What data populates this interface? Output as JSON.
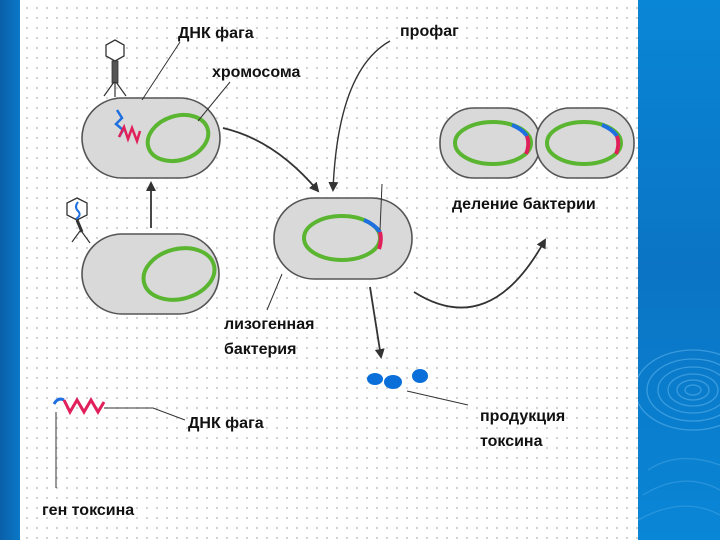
{
  "labels": {
    "phage_dna_top": "ДНК фага",
    "chromosome": "хромосома",
    "prophage": "профаг",
    "bacterial_division": "деление бактерии",
    "lysogenic_line1": "лизогенная",
    "lysogenic_line2": "бактерия",
    "toxin_line1": "продукция",
    "toxin_line2": "токсина",
    "phage_dna_legend": "ДНК фага",
    "toxin_gene": "ген токсина"
  },
  "colors": {
    "chromosome": "#5ab531",
    "phage_dna": "#e0205a",
    "phage_dna_blue": "#1e6fe0",
    "toxin": "#0a6fd8",
    "cell_fill": "#d9d9d9",
    "cell_stroke": "#555555",
    "slide_background": "#0a7fcf"
  }
}
